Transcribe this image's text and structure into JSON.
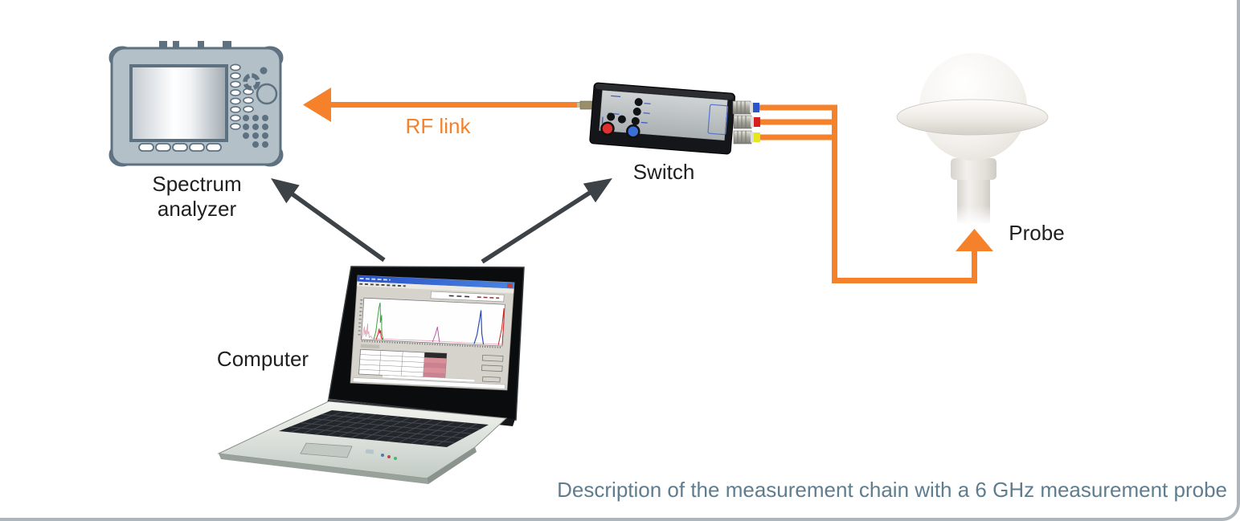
{
  "figure": {
    "type": "measurement-chain-diagram",
    "caption": "Description of the measurement chain with a 6 GHz measurement probe"
  },
  "labels": {
    "spectrum_analyzer": "Spectrum\nanalyzer",
    "switch": "Switch",
    "computer": "Computer",
    "probe": "Probe",
    "rf_link": "RF link"
  },
  "diagram": {
    "nodes": [
      "Spectrum analyzer",
      "Switch",
      "Probe",
      "Computer"
    ],
    "connections": [
      {
        "from": "Switch",
        "to": "Spectrum analyzer",
        "label": "RF link",
        "style": "orange-arrow"
      },
      {
        "from": "Computer",
        "to": "Spectrum analyzer",
        "style": "dark-arrow"
      },
      {
        "from": "Computer",
        "to": "Switch",
        "style": "dark-arrow"
      },
      {
        "from": "Switch",
        "to": "Probe",
        "style": "three-orange-cables-merging-into-one-arrow"
      }
    ]
  },
  "colors": {
    "orange_link": "#f5822a",
    "dark_arrow": "#3d4247",
    "label_text": "#1f1f21",
    "caption_text": "#5f7d8e",
    "frame_border": "#aeb6bd",
    "analyzer_body": "#b4c0c8",
    "analyzer_outline": "#5e7181",
    "switch_cable_bands": [
      "#2b55cc",
      "#d42020",
      "#e6e61e"
    ]
  }
}
